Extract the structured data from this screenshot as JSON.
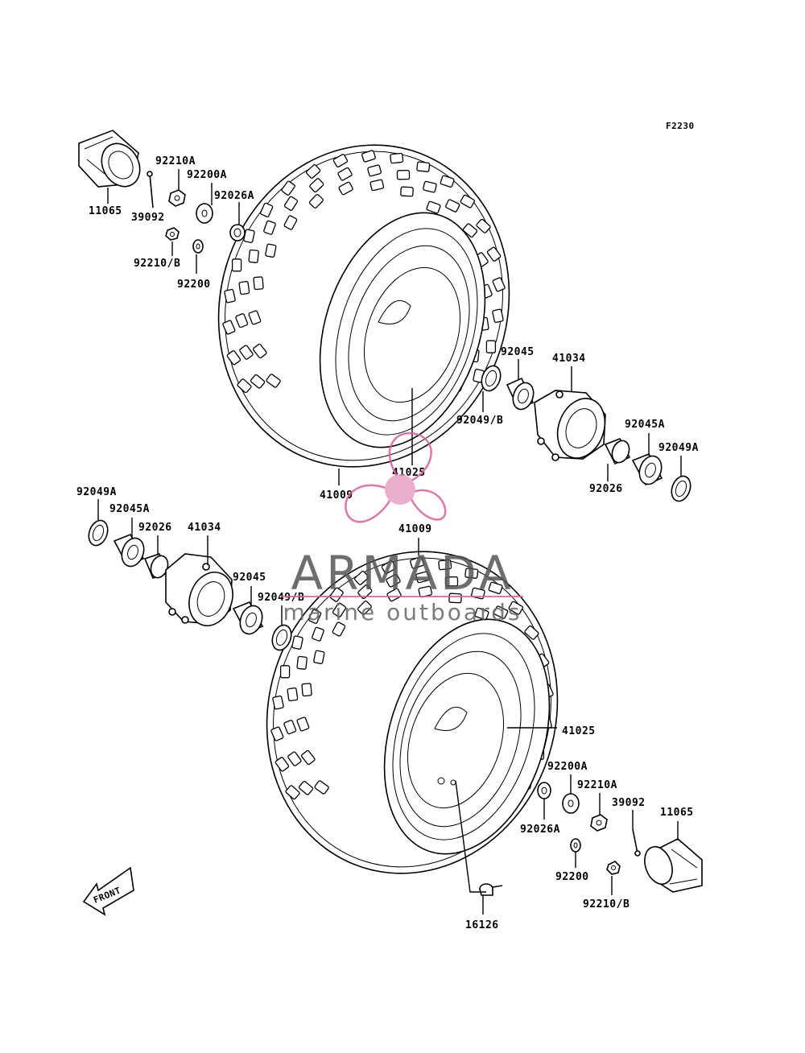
{
  "diagram": {
    "figure_code": "F2230",
    "front_label": "FRONT"
  },
  "labels": {
    "top_11065": "11065",
    "top_39092": "39092",
    "top_92210A": "92210A",
    "top_92200A": "92200A",
    "top_92026A": "92026A",
    "top_92210B": "92210/B",
    "top_92200": "92200",
    "top_41025": "41025",
    "top_41009": "41009",
    "r_92045": "92045",
    "r_41034": "41034",
    "r_92049B": "92049/B",
    "r_92045A": "92045A",
    "r_92049A": "92049A",
    "r_92026": "92026",
    "l_92049A": "92049A",
    "l_92045A": "92045A",
    "l_92026": "92026",
    "l_41034": "41034",
    "l_92045": "92045",
    "l_92049B": "92049/B",
    "bot_41009": "41009",
    "bot_41025": "41025",
    "bot_92200A": "92200A",
    "bot_92210A": "92210A",
    "bot_39092": "39092",
    "bot_11065": "11065",
    "bot_92026A": "92026A",
    "bot_92200": "92200",
    "bot_92210B": "92210/B",
    "bot_16126": "16126"
  },
  "watermark": {
    "brand": "ARMADA",
    "tagline": "marine outboards",
    "accent_color": "#d9609a",
    "text_color": "#555555"
  }
}
